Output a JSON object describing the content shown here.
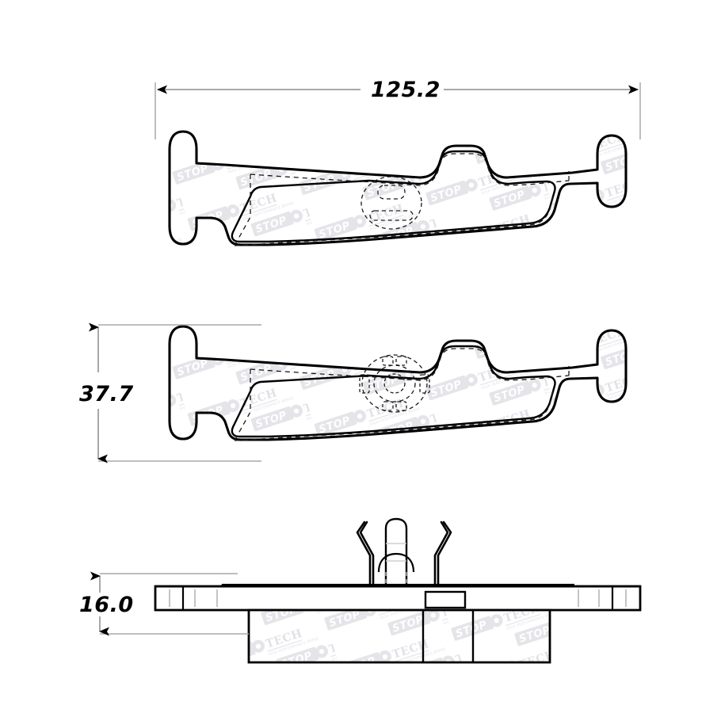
{
  "document": {
    "type": "technical-drawing",
    "subject": "Disc brake pad set",
    "brand": "StopTech",
    "units": "mm",
    "background_color": "#ffffff",
    "line_color": "#000000",
    "dimension_line_color": "#999999",
    "watermark_color": "#e9e9ec"
  },
  "watermark": {
    "word_top": "STOP",
    "word_bottom": "TECH",
    "tagline": "HIGH PERFORMANCE BRAKE SYSTEMS",
    "angle_degrees": -18,
    "repeat": true
  },
  "dimensions": {
    "width": {
      "value": "125.2",
      "label": "125.2",
      "orientation": "horizontal",
      "applies_to": "top-view-pad-length"
    },
    "height": {
      "value": "37.7",
      "label": "37.7",
      "orientation": "vertical",
      "applies_to": "front-view-pad-height"
    },
    "thickness": {
      "value": "16.0",
      "label": "16.0",
      "orientation": "vertical",
      "applies_to": "side-view-total-thickness"
    }
  },
  "views": [
    {
      "id": "view-top-pad",
      "name": "Top brake pad - plan view",
      "has_friction_outline": true,
      "has_dashed_backing_outline": true,
      "has_center_hardware": true,
      "hardware_style": "dashed-simple"
    },
    {
      "id": "view-front-pad",
      "name": "Second brake pad - plan view with wear sensor hardware",
      "has_friction_outline": true,
      "has_dashed_backing_outline": true,
      "has_center_hardware": true,
      "hardware_style": "dashed-detailed-rosette"
    },
    {
      "id": "view-side-profile",
      "name": "Brake pad - side edge profile with retaining clip",
      "has_clip_spring": true,
      "has_backing_plate": true,
      "has_friction_block": true
    }
  ]
}
